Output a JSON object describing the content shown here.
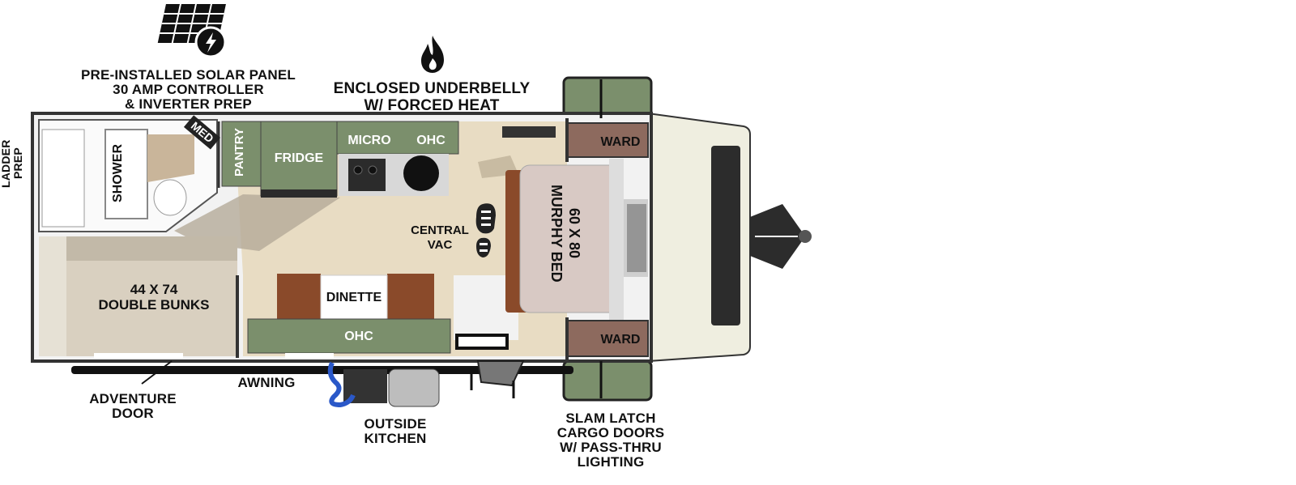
{
  "callouts": {
    "solar": [
      "PRE-INSTALLED SOLAR PANEL",
      "30 AMP CONTROLLER",
      "& INVERTER PREP"
    ],
    "underbelly": [
      "ENCLOSED UNDERBELLY",
      "W/ FORCED HEAT"
    ],
    "ladder": [
      "LADDER",
      "PREP"
    ],
    "awning": "AWNING",
    "adventure_door": [
      "ADVENTURE",
      "DOOR"
    ],
    "outside_kitchen": [
      "OUTSIDE",
      "KITCHEN"
    ],
    "cargo_doors": [
      "SLAM LATCH",
      "CARGO DOORS",
      "W/ PASS-THRU",
      "LIGHTING"
    ]
  },
  "rooms": {
    "shower": "SHOWER",
    "med": "MED",
    "pantry": "PANTRY",
    "fridge": "FRIDGE",
    "micro": "MICRO",
    "ohc_top": "OHC",
    "ward_top": "WARD",
    "ward_bottom": "WARD",
    "central_vac": [
      "CENTRAL",
      "VAC"
    ],
    "murphy_bed": [
      "60 X 80",
      "MURPHY BED"
    ],
    "bunks": [
      "44 X 74",
      "DOUBLE BUNKS"
    ],
    "dinette": "DINETTE",
    "ohc_bottom": "OHC"
  },
  "icons": [
    "solar-panel-icon",
    "flame-icon",
    "boot-print-icon"
  ],
  "colors": {
    "cabinet_green": "#7b8f6c",
    "floor_wood": "#e8dcc3",
    "cushion_brown": "#8a4a2a",
    "wardrobe": "#8d6a5e",
    "front_cap": "#efeee0"
  }
}
